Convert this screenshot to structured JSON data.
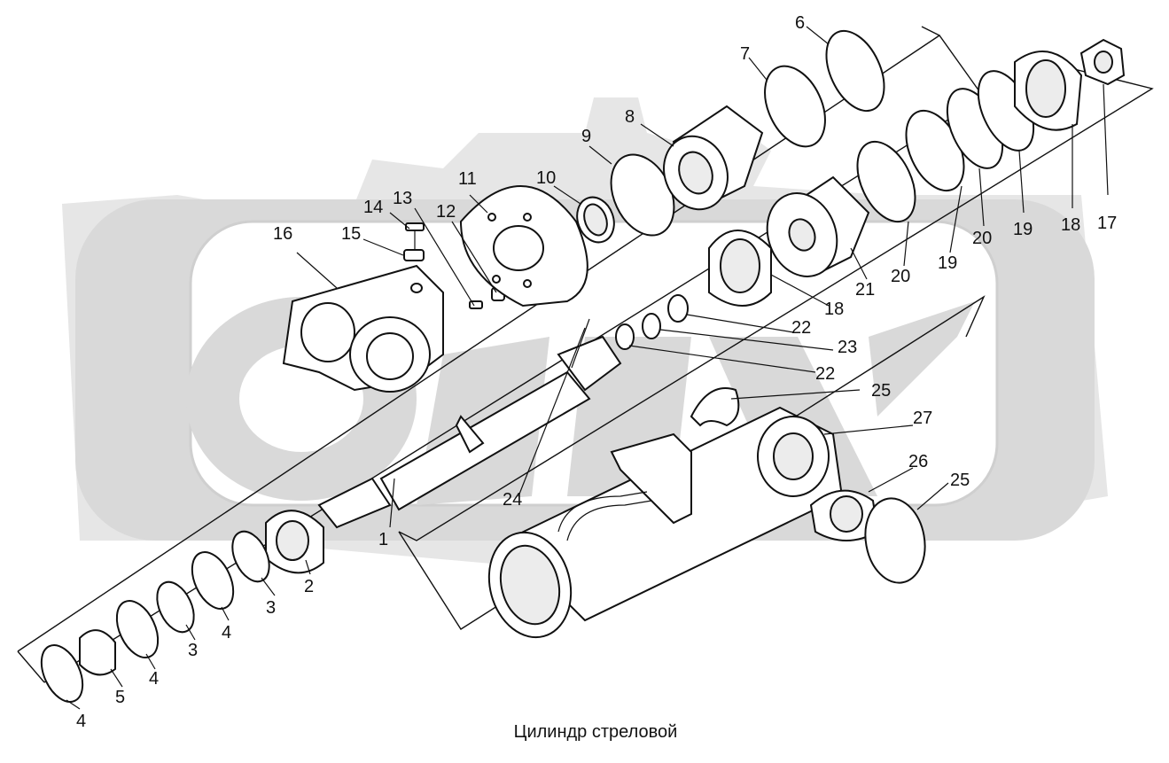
{
  "caption": "Цилиндр стреловой",
  "labels": [
    {
      "id": "l6",
      "text": "6"
    },
    {
      "id": "l7",
      "text": "7"
    },
    {
      "id": "l8",
      "text": "8"
    },
    {
      "id": "l9",
      "text": "9"
    },
    {
      "id": "l10",
      "text": "10"
    },
    {
      "id": "l11",
      "text": "11"
    },
    {
      "id": "l12",
      "text": "12"
    },
    {
      "id": "l13",
      "text": "13"
    },
    {
      "id": "l14",
      "text": "14"
    },
    {
      "id": "l15",
      "text": "15"
    },
    {
      "id": "l16",
      "text": "16"
    },
    {
      "id": "l17",
      "text": "17"
    },
    {
      "id": "l18a",
      "text": "18"
    },
    {
      "id": "l19a",
      "text": "19"
    },
    {
      "id": "l20a",
      "text": "20"
    },
    {
      "id": "l19b",
      "text": "19"
    },
    {
      "id": "l20b",
      "text": "20"
    },
    {
      "id": "l21",
      "text": "21"
    },
    {
      "id": "l18b",
      "text": "18"
    },
    {
      "id": "l22a",
      "text": "22"
    },
    {
      "id": "l23",
      "text": "23"
    },
    {
      "id": "l22b",
      "text": "22"
    },
    {
      "id": "l25a",
      "text": "25"
    },
    {
      "id": "l27",
      "text": "27"
    },
    {
      "id": "l26",
      "text": "26"
    },
    {
      "id": "l25b",
      "text": "25"
    },
    {
      "id": "l24",
      "text": "24"
    },
    {
      "id": "l1",
      "text": "1"
    },
    {
      "id": "l2",
      "text": "2"
    },
    {
      "id": "l3a",
      "text": "3"
    },
    {
      "id": "l4a",
      "text": "4"
    },
    {
      "id": "l3b",
      "text": "3"
    },
    {
      "id": "l4b",
      "text": "4"
    },
    {
      "id": "l5",
      "text": "5"
    },
    {
      "id": "l4c",
      "text": "4"
    }
  ]
}
